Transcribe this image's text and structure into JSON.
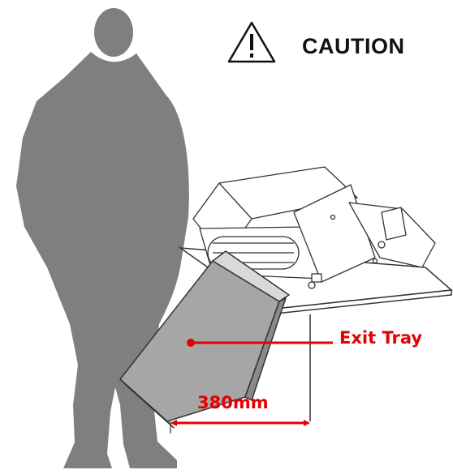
{
  "caution": {
    "text": "CAUTION",
    "icon": "warning-triangle-icon"
  },
  "callout": {
    "label": "Exit Tray",
    "color": "#e60000"
  },
  "dimension": {
    "label": "380mm",
    "color": "#e60000"
  },
  "colors": {
    "person_silhouette": "#7f7f7f",
    "machine_line": "#333333",
    "text": "#111111"
  }
}
